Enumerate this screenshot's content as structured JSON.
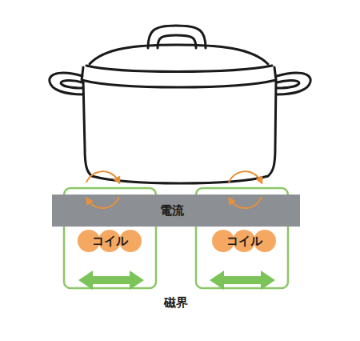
{
  "diagram": {
    "nodes": [
      {
        "text": [
          "電流"
        ]
      },
      {
        "text": [
          "コイル"
        ]
      },
      {
        "text": [
          "コイル"
        ]
      }
    ],
    "labels": [
      "磁界"
    ]
  }
}
